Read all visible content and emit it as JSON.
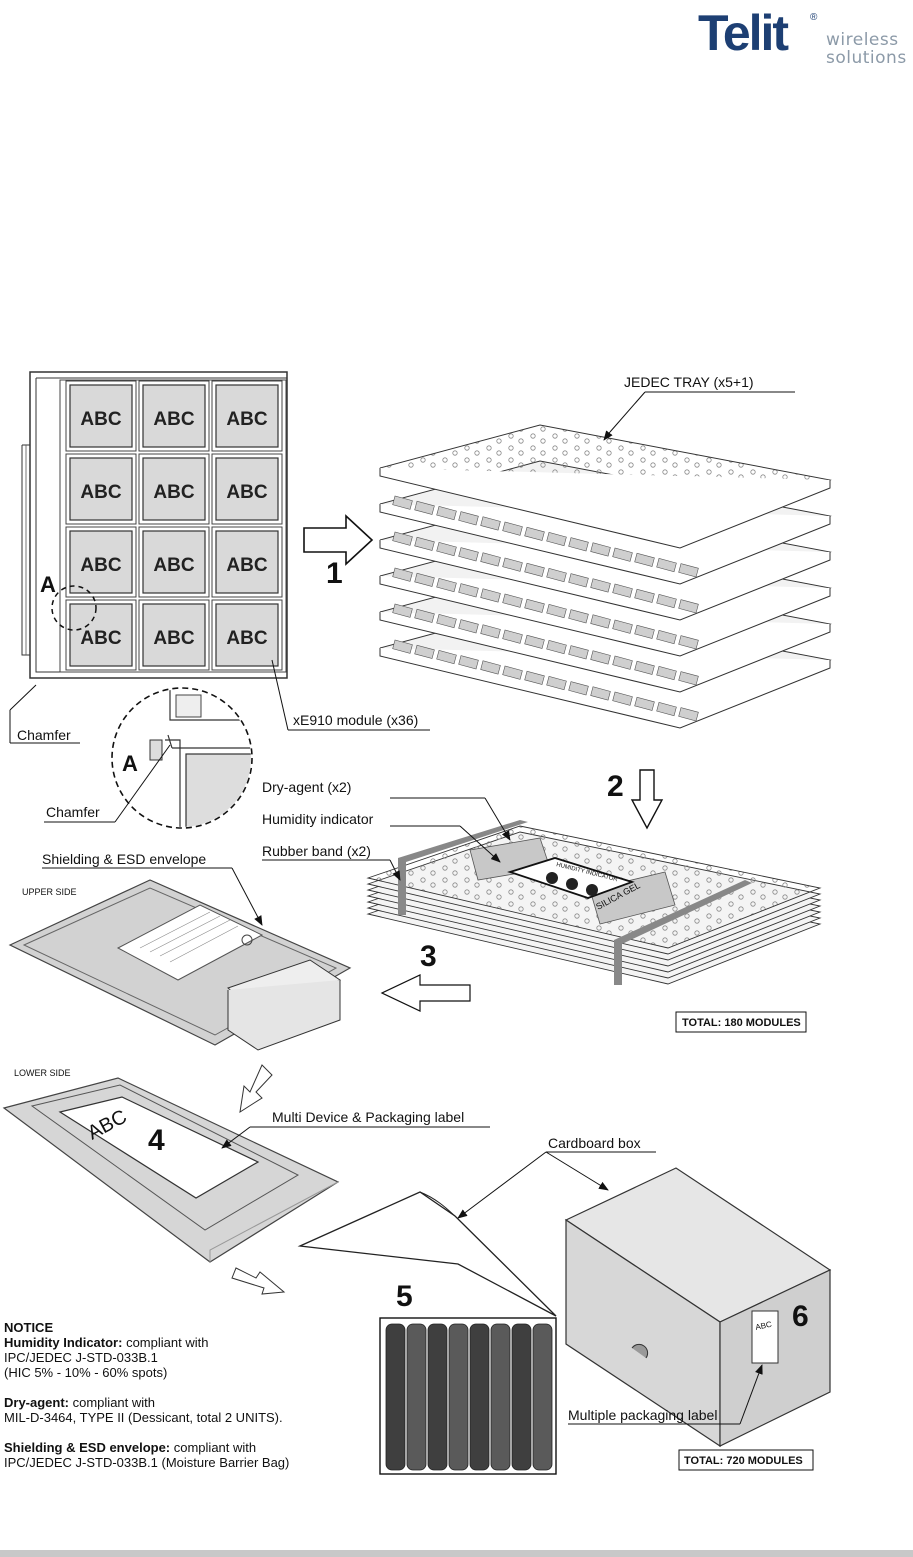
{
  "logo": {
    "brand": "Telit",
    "registered": "®",
    "tagline_1": "wireless",
    "tagline_2": "solutions",
    "color": "#1d3f73",
    "tag_color": "#8c9aa8"
  },
  "tray": {
    "module_text": "ABC",
    "detail_letter": "A",
    "chamfer_label": "Chamfer",
    "module_label": "xE910 module (x36)"
  },
  "stack": {
    "jedec_label": "JEDEC TRAY (x5+1)",
    "dry_agent_label": "Dry-agent (x2)",
    "humidity_label": "Humidity indicator",
    "rubber_band_label": "Rubber band (x2)",
    "indicator_text": "HUMIDITY INDICATOR",
    "silica_text": "SILICA GEL",
    "total_1": "TOTAL: 180 MODULES"
  },
  "envelope": {
    "shielding_label": "Shielding & ESD envelope",
    "upper_side": "UPPER SIDE",
    "lower_side": "LOWER SIDE",
    "label_text": "ABC",
    "multi_label": "Multi Device & Packaging label"
  },
  "box": {
    "cardboard_label": "Cardboard box",
    "label_text": "ABC",
    "multiple_label": "Multiple packaging label",
    "total_2": "TOTAL: 720  MODULES"
  },
  "steps": [
    "1",
    "2",
    "3",
    "4",
    "5",
    "6"
  ],
  "notice": {
    "heading": "NOTICE",
    "humidity_title": "Humidity Indicator:",
    "humidity_text": " compliant with",
    "humidity_std": "IPC/JEDEC J-STD-033B.1",
    "humidity_spots": "(HIC 5% - 10% - 60% spots)",
    "dry_title": "Dry-agent:",
    "dry_text": " compliant with",
    "dry_std": "MIL-D-3464, TYPE II (Dessicant, total 2 UNITS).",
    "shield_title": "Shielding & ESD envelope:",
    "shield_text": " compliant with",
    "shield_std": "IPC/JEDEC J-STD-033B.1 (Moisture Barrier Bag)"
  }
}
